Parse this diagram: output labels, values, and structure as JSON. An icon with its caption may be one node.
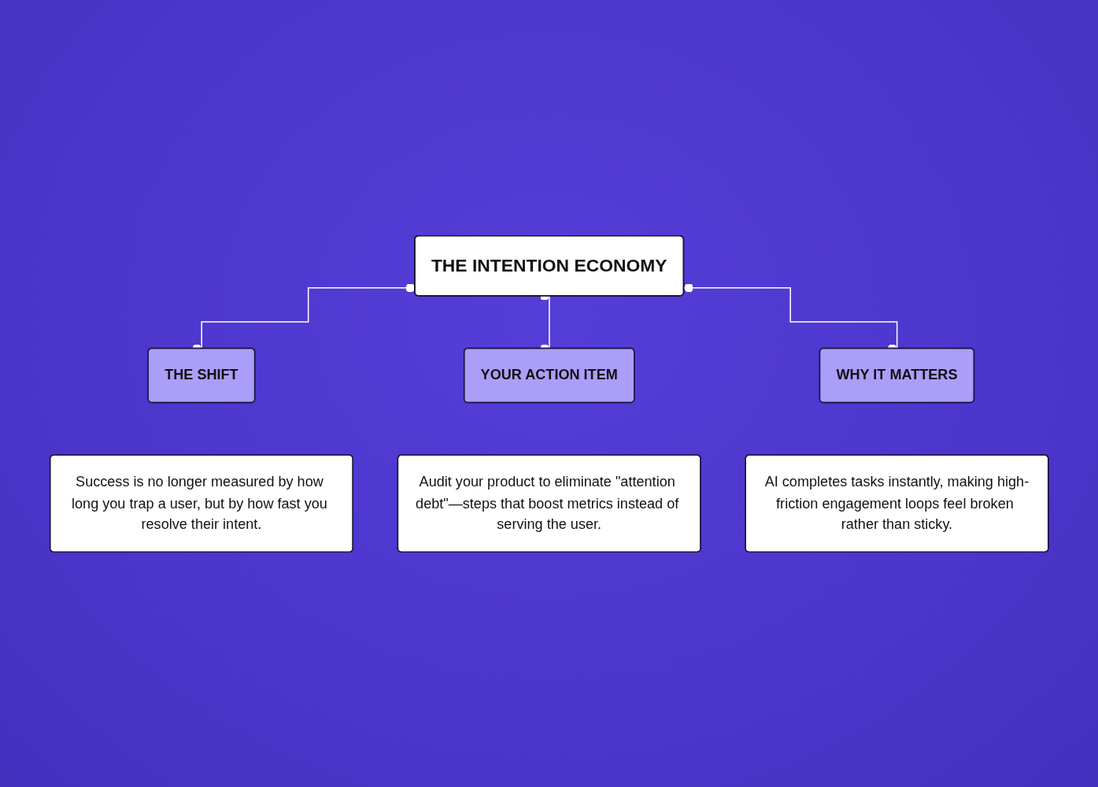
{
  "diagram": {
    "nodes": [
      {
        "text": [
          "THE INTENTION ECONOMY"
        ]
      },
      {
        "text": [
          "THE SHIFT"
        ]
      },
      {
        "text": [
          "Success is no longer measured by how long you trap a user, but by how fast you resolve their intent."
        ]
      },
      {
        "text": [
          "WHY IT MATTERS"
        ]
      },
      {
        "text": [
          "AI completes tasks instantly, making high-friction engagement loops feel broken rather than sticky."
        ]
      },
      {
        "text": [
          "YOUR ACTION ITEM"
        ]
      },
      {
        "text": [
          "Audit your product to eliminate \"attention debt\"—steps that boost metrics instead of serving the user."
        ]
      }
    ],
    "edges": [
      {
        "from": 0,
        "to": 1,
        "arrow": "other"
      },
      {
        "from": 0,
        "to": 5,
        "arrow": "other"
      },
      {
        "from": 0,
        "to": 3,
        "arrow": "other"
      }
    ]
  }
}
